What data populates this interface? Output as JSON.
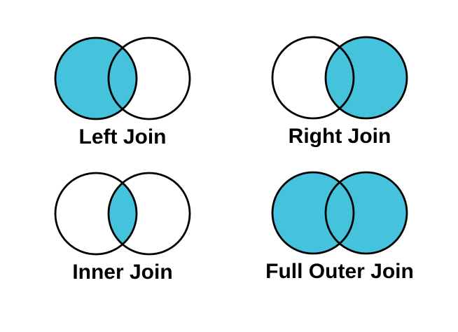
{
  "diagram": {
    "background_color": "#ffffff",
    "accent_color": "#45c2dc",
    "outline_color": "#000000",
    "label_color": "#000000",
    "panels": [
      {
        "id": "left-join",
        "label": "Left Join",
        "shaded": "left"
      },
      {
        "id": "right-join",
        "label": "Right Join",
        "shaded": "right"
      },
      {
        "id": "inner-join",
        "label": "Inner Join",
        "shaded": "intersection"
      },
      {
        "id": "full-outer-join",
        "label": "Full Outer Join",
        "shaded": "both"
      }
    ]
  }
}
